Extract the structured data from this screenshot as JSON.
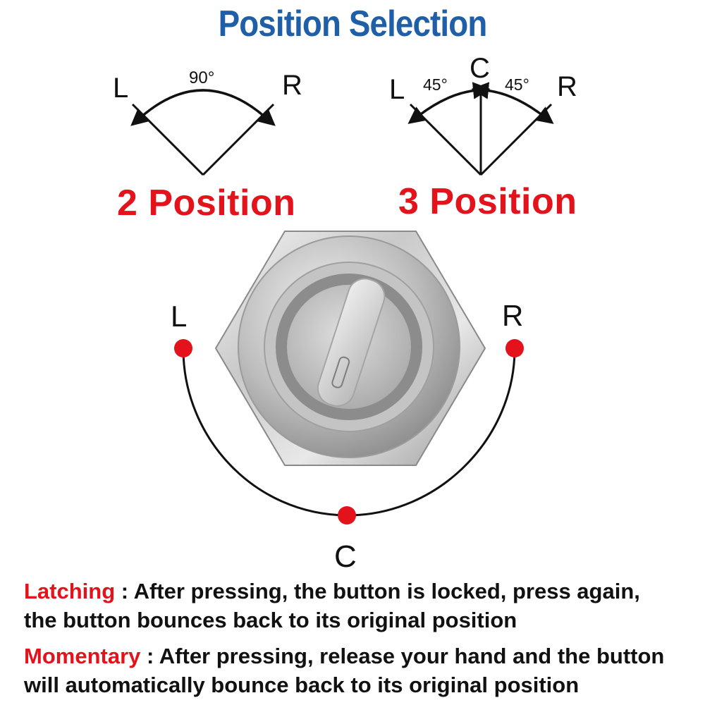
{
  "title": "Position Selection",
  "diagram_2pos": {
    "label": "2 Position",
    "left_letter": "L",
    "right_letter": "R",
    "angle": "90°"
  },
  "diagram_3pos": {
    "label": "3 Position",
    "left_letter": "L",
    "center_letter": "C",
    "right_letter": "R",
    "angle_left": "45°",
    "angle_right": "45°"
  },
  "switch_photo": {
    "left_letter": "L",
    "right_letter": "R",
    "center_letter": "C",
    "marker_color": "#e3121b"
  },
  "modes": [
    {
      "name": "Latching",
      "separator": " : ",
      "line1": "After pressing, the button is locked, press again,",
      "line2": "the button bounces back to its original position"
    },
    {
      "name": "Momentary",
      "separator": " : ",
      "line1": "After pressing, release your hand and the button",
      "line2": "will automatically bounce back to its original position"
    }
  ],
  "colors": {
    "title": "#1f5fa8",
    "accent": "#e3121b"
  }
}
